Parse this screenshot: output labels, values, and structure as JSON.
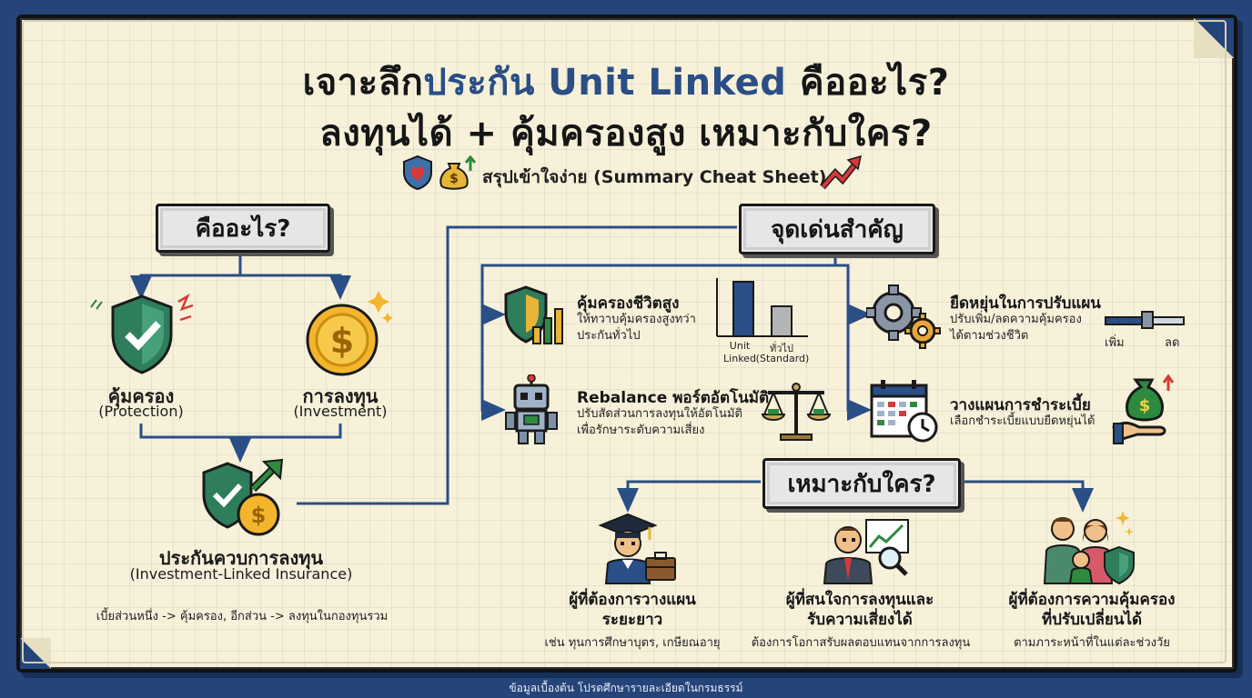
{
  "title": {
    "line1_a": "เจาะลึก",
    "line1_b": "ประกัน Unit Linked",
    "line1_c": "คืออะไร?",
    "line2": "ลงทุนได้ + คุ้มครองสูง เหมาะกับใคร?"
  },
  "subtitle": "สรุปเข้าใจง่าย (Summary Cheat Sheet)",
  "what": {
    "heading": "คืออะไร?",
    "protection_th": "คุ้มครอง",
    "protection_en": "(Protection)",
    "investment_th": "การลงทุน",
    "investment_en": "(Investment)",
    "combo_th": "ประกันควบการลงทุน",
    "combo_en": "(Investment-Linked Insurance)",
    "combo_desc": "เบี้ยส่วนหนึ่ง -> คุ้มครอง, อีกส่วน -> ลงทุนในกองทุนรวม"
  },
  "highlights": {
    "heading": "จุดเด่นสำคัญ",
    "items": [
      {
        "title": "คุ้มครองชีวิตสูง",
        "desc1": "ให้ทวาบคุ้มครองสูงทว่า",
        "desc2": "ประกันทั่วไป"
      },
      {
        "title": "Rebalance พอร์ตอัตโนมัติ",
        "desc1": "ปรับสัดส่วนการลงทุนให้อัตโนมัติ",
        "desc2": "เพื่อรักษาระดับความเสี่ยง"
      },
      {
        "title": "ยืดหยุ่นในการปรับแผน",
        "desc1": "ปรับเพิ่ม/ลดความคุ้มครอง",
        "desc2": "ได้ตามช่วงชีวิต"
      },
      {
        "title": "วางแผนการชำระเบี้ย",
        "desc1": "เลือกชำระเบี้ยแบบยืดหยุ่นได้",
        "desc2": ""
      }
    ],
    "mini_chart": {
      "labels": [
        "Unit Linked",
        "ทั่วไป (Standard)"
      ],
      "label_a1": "Unit",
      "label_a2": "Linked",
      "label_b1": "ทั่วไป",
      "label_b2": "(Standard)",
      "relative_heights": [
        1.0,
        0.55
      ]
    },
    "slider": {
      "left_label": "เพิ่ม",
      "right_label": "ลด",
      "level": 0.55
    }
  },
  "who": {
    "heading": "เหมาะกับใคร?",
    "items": [
      {
        "title1": "ผู้ที่ต้องการวางแผน",
        "title2": "ระยะยาว",
        "desc": "เช่น ทุนการศึกษาบุตร, เกษียณอายุ"
      },
      {
        "title1": "ผู้ที่สนใจการลงทุนและ",
        "title2": "รับความเสี่ยงได้",
        "desc": "ต้องการโอกาสรับผลตอบแทนจากการลงทุน"
      },
      {
        "title1": "ผู้ที่ต้องการความคุ้มครอง",
        "title2": "ที่ปรับเปลี่ยนได้",
        "desc": "ตามภาระหน้าที่ในแต่ละช่วงวัย"
      }
    ]
  },
  "footer": "ข้อมูลเบื้องต้น โปรดศึกษารายละเอียดในกรมธรรม์",
  "colors": {
    "line": "#2a4e86",
    "shield_green": "#2e7d5b",
    "coin_gold": "#f2b52c",
    "accent_red": "#d63a3a",
    "bg": "#f7f1da",
    "frame": "#25457a"
  }
}
